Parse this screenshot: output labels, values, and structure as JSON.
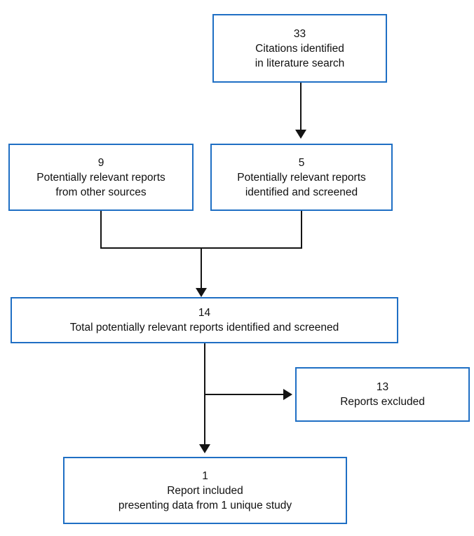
{
  "diagram": {
    "type": "prisma-flow-diagram",
    "border_color": "#1f6fc4",
    "connector_color": "#141414",
    "background": "#ffffff",
    "nodes": {
      "citations": {
        "count": "33",
        "line1": "Citations identified",
        "line2": "in literature search"
      },
      "other_sources": {
        "count": "9",
        "line1": "Potentially relevant reports",
        "line2": "from other sources"
      },
      "screened": {
        "count": "5",
        "line1": "Potentially relevant reports",
        "line2": "identified and screened"
      },
      "total": {
        "count": "14",
        "line1": "Total potentially relevant reports identified and screened"
      },
      "excluded": {
        "count": "13",
        "line1": "Reports excluded"
      },
      "included": {
        "count": "1",
        "line1": "Report included",
        "line2": "presenting data from 1 unique study"
      }
    }
  }
}
